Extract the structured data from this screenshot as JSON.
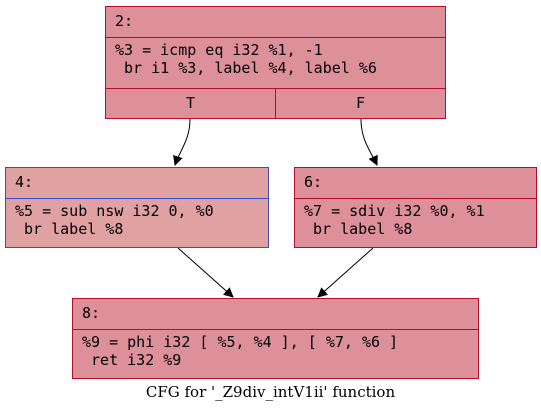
{
  "colors": {
    "node_fill_hot": "#dd8f9a",
    "node_fill_warm": "#e0a1a2",
    "node_border_red": "#b70d28",
    "node_border_blue": "#3b4cc0",
    "edge": "#000000"
  },
  "nodes": {
    "n2": {
      "header": "2:",
      "body": "%3 = icmp eq i32 %1, -1\n br i1 %3, label %4, label %6",
      "branch_true": "T",
      "branch_false": "F"
    },
    "n4": {
      "header": "4:",
      "body": "%5 = sub nsw i32 0, %0\n br label %8"
    },
    "n6": {
      "header": "6:",
      "body": "%7 = sdiv i32 %0, %1\n br label %8"
    },
    "n8": {
      "header": "8:",
      "body": "%9 = phi i32 [ %5, %4 ], [ %7, %6 ]\n ret i32 %9"
    }
  },
  "caption": "CFG for '_Z9div_intV1ii' function"
}
